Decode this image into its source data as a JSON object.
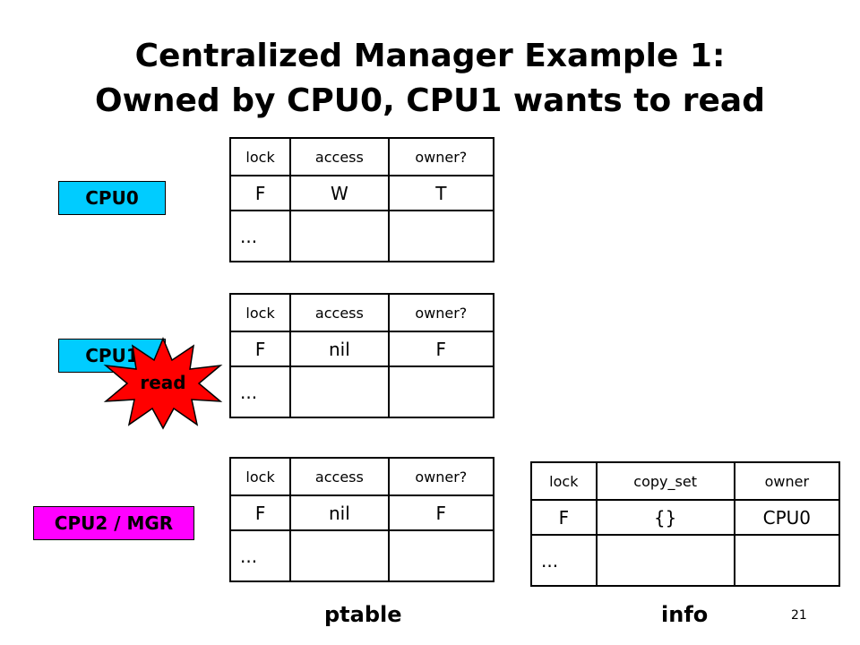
{
  "title": {
    "line1": "Centralized Manager Example 1:",
    "line2": "Owned by CPU0, CPU1 wants to read"
  },
  "cpus": {
    "cpu0": "CPU0",
    "cpu1": "CPU1",
    "cpu2": "CPU2 / MGR"
  },
  "burst": {
    "label": "read"
  },
  "ptable_headers": [
    "lock",
    "access",
    "owner?"
  ],
  "tables": {
    "cpu0": {
      "row": [
        "F",
        "W",
        "T"
      ],
      "more": "..."
    },
    "cpu1": {
      "row": [
        "F",
        "nil",
        "F"
      ],
      "more": "..."
    },
    "cpu2": {
      "row": [
        "F",
        "nil",
        "F"
      ],
      "more": "..."
    },
    "info": {
      "headers": [
        "lock",
        "copy_set",
        "owner"
      ],
      "row": [
        "F",
        "{}",
        "CPU0"
      ],
      "more": "..."
    }
  },
  "captions": {
    "ptable": "ptable",
    "info": "info"
  },
  "page_number": "21",
  "colors": {
    "cpu": "#00ccff",
    "manager": "#ff00ff",
    "burst": "#ff0000"
  }
}
